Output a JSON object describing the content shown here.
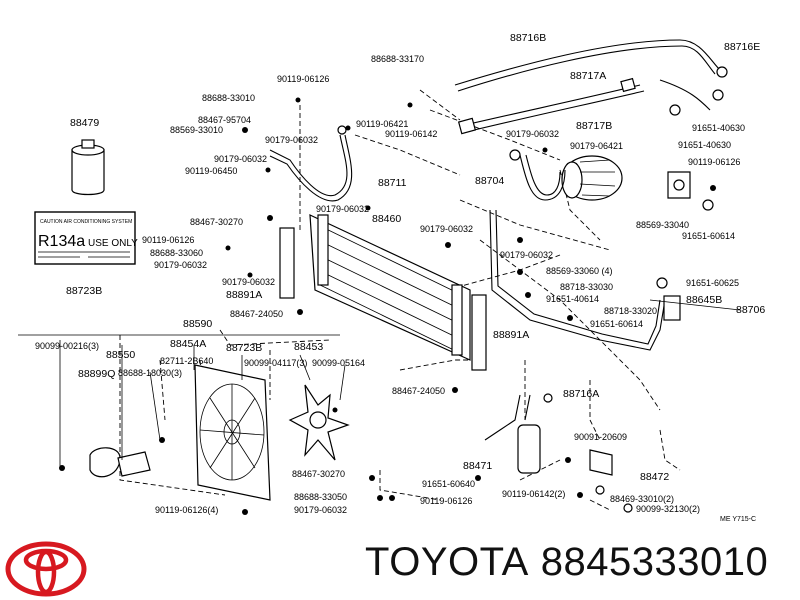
{
  "diagram": {
    "labels": [
      "88716B",
      "88716E",
      "88688-33170",
      "88717A",
      "88717B",
      "90119-06126",
      "88688-33010",
      "88467-95704",
      "88569-33010",
      "90119-06421",
      "90119-06142",
      "90179-06032",
      "90179-06032",
      "90119-06450",
      "88711",
      "88479",
      "90179-06032",
      "90179-06421",
      "91651-40630",
      "88704",
      "90119-06126",
      "88569-33040",
      "91651-60614",
      "88460",
      "88467-30270",
      "90119-06126",
      "88688-33060",
      "90179-06032",
      "90179-06032",
      "90179-06032",
      "88891A",
      "88723B",
      "88569-33060 (4)",
      "88718-33030",
      "91651-40614",
      "91651-60625",
      "88645B",
      "88706",
      "88718-33020",
      "91651-60614",
      "88467-24050",
      "88590",
      "88891A",
      "90099-00216(3)",
      "88454A",
      "88723B",
      "88453",
      "88550",
      "82711-2B640",
      "90099-04117(3)",
      "90099-05164",
      "88899Q",
      "88688-18030(3)",
      "88467-24050",
      "88716A",
      "90091-20609",
      "88471",
      "88472",
      "91651-60640",
      "88467-30270",
      "88688-33050",
      "90119-06126",
      "90179-06032",
      "90119-06126(4)",
      "90119-06142(2)",
      "88469-33010(2)",
      "90099-32130(2)",
      "ME Y715-C"
    ],
    "label_box_text": {
      "line1": "CAUTION AIR CONDITIONING SYSTEM",
      "big": "R134a",
      "use": "USE ONLY"
    }
  },
  "brand": {
    "name": "TOYOTA",
    "part_number": "8845333010",
    "logo_icon": "toyota-logo-icon",
    "logo_color": "#d71920"
  }
}
